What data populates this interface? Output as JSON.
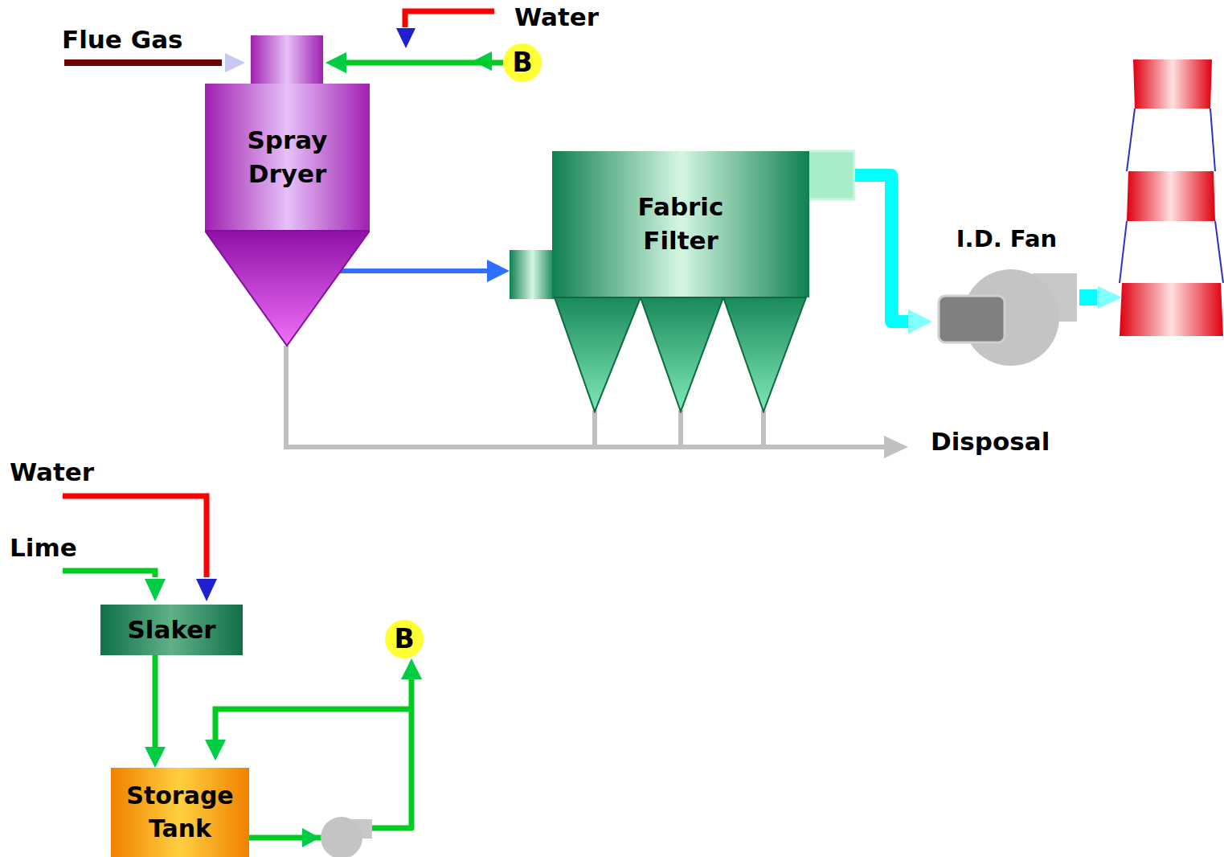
{
  "diagram": {
    "nodes": [
      {
        "text": [
          "B"
        ]
      },
      {
        "text": [
          "Spray Dryer"
        ]
      },
      {
        "text": [
          "Fabric Filter"
        ]
      },
      {
        "text": [
          "I.D. Fan"
        ]
      },
      {
        "text": [
          "Slaker"
        ]
      },
      {
        "text": [
          "B"
        ]
      },
      {
        "text": [
          "Storage Tank"
        ]
      }
    ],
    "edges": [
      {
        "from": 0,
        "to": 1,
        "arrow": "to"
      },
      {
        "from": 1,
        "to": 2,
        "arrow": "to"
      },
      {
        "from": 2,
        "to": 3,
        "arrow": "to"
      },
      {
        "from": 4,
        "to": 6,
        "arrow": "to"
      },
      {
        "from": 6,
        "to": 5,
        "arrow": "to"
      }
    ],
    "labels": [
      "Water",
      "Flue Gas",
      "Disposal",
      "Water",
      "Lime"
    ]
  }
}
